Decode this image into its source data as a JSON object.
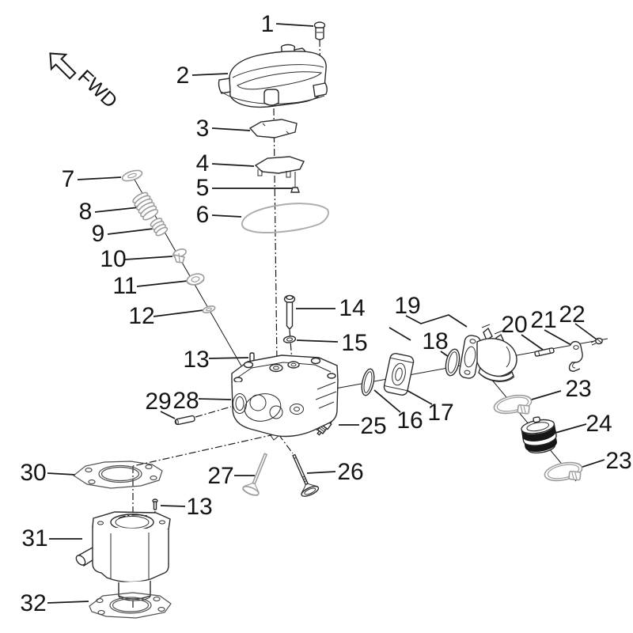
{
  "figure": {
    "type": "exploded-parts-diagram",
    "orientation_label": "FWD",
    "colors": {
      "ink": "#1a1a1a",
      "light_gray": "#9c9c9c",
      "gasket_gray": "#aeaeae",
      "boot_black": "#161616"
    },
    "labels": [
      "1",
      "2",
      "3",
      "4",
      "5",
      "6",
      "7",
      "8",
      "9",
      "10",
      "11",
      "12",
      "13",
      "14",
      "15",
      "16",
      "17",
      "18",
      "19",
      "20",
      "21",
      "22",
      "23",
      "24",
      "23",
      "25",
      "26",
      "27",
      "28",
      "29",
      "30",
      "31",
      "32",
      "13"
    ]
  }
}
